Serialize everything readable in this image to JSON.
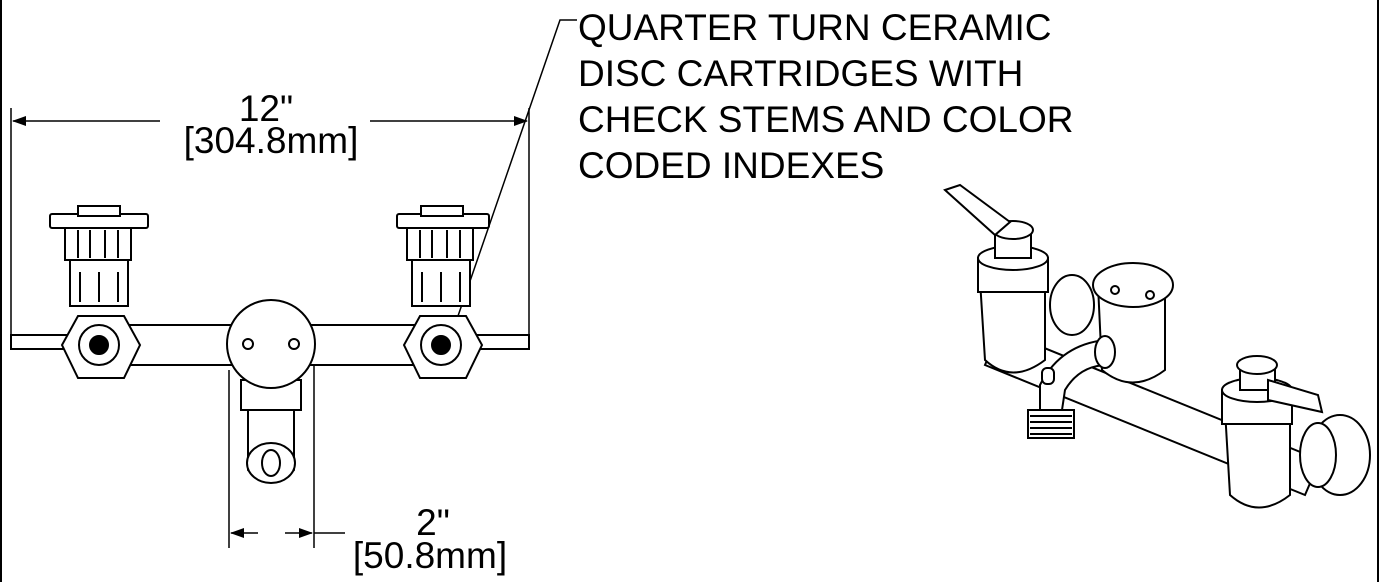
{
  "drawing": {
    "overall_width": {
      "inches": "12\"",
      "mm": "[304.8mm]"
    },
    "spout_offset": {
      "inches": "2\"",
      "mm": "[50.8mm]"
    },
    "callout_lines": [
      "QUARTER TURN CERAMIC",
      "DISC CARTRIDGES WITH",
      "CHECK STEMS AND COLOR",
      "CODED INDEXES"
    ]
  }
}
